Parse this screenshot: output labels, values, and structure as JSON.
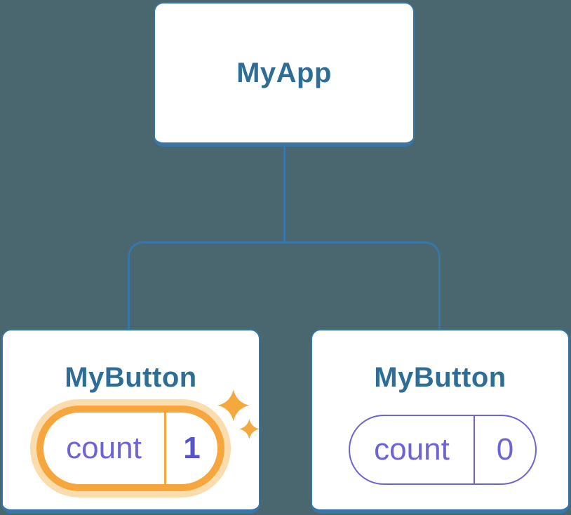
{
  "theme": {
    "canvas-bg": "#4a6770",
    "node-bg": "#ffffff",
    "node-border": "#3776a6",
    "node-label": "#2e6d96",
    "state-accent": "#6c63d6",
    "state-value-strong": "#5752ce",
    "highlight-ring": "#f7a63d",
    "highlight-halo": "#fbddad",
    "sparkle": "#f5a83e"
  },
  "diagram": {
    "root": {
      "label": "MyApp"
    },
    "children": [
      {
        "label": "MyButton",
        "highlighted": true,
        "state": {
          "name": "count",
          "value": "1"
        }
      },
      {
        "label": "MyButton",
        "highlighted": false,
        "state": {
          "name": "count",
          "value": "0"
        }
      }
    ]
  }
}
